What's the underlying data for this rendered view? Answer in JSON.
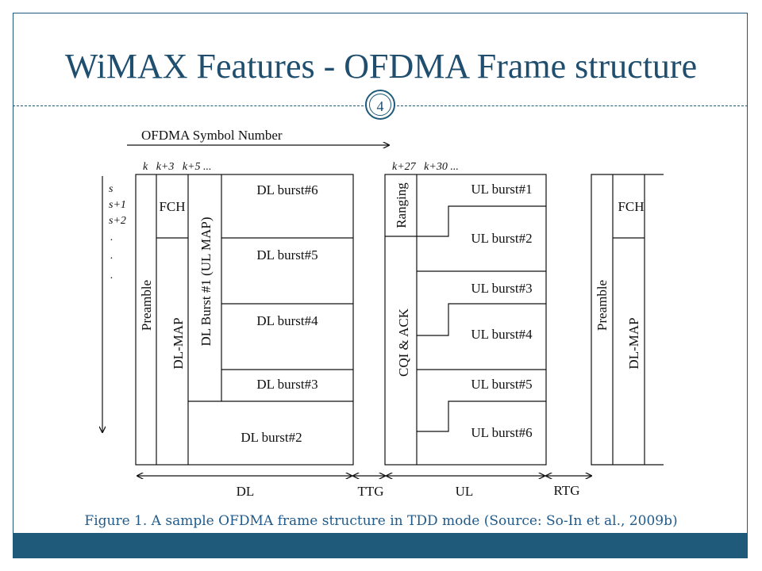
{
  "title": "WiMAX Features - OFDMA Frame structure",
  "page_number": "4",
  "caption": "Figure 1. A sample OFDMA frame structure in TDD mode (Source: So-In et al., 2009b)",
  "diagram": {
    "symbol_axis_label": "OFDMA Symbol Number",
    "symbol_ticks_dl": "k   k+3   k+5 ...",
    "symbol_ticks_ul": "k+27   k+30 ...",
    "subchannel_ticks": [
      "s",
      "s+1",
      "s+2",
      ".",
      ".",
      "."
    ],
    "dl": {
      "preamble": "Preamble",
      "fch": "FCH",
      "dl_map": "DL-MAP",
      "ul_map_burst": "DL Burst #1 (UL MAP)",
      "bursts": [
        "DL burst#6",
        "DL burst#5",
        "DL burst#4",
        "DL burst#3",
        "DL burst#2"
      ]
    },
    "ul": {
      "ranging": "Ranging",
      "cqi_ack": "CQI & ACK",
      "bursts": [
        "UL burst#1",
        "UL burst#2",
        "UL burst#3",
        "UL burst#4",
        "UL burst#5",
        "UL burst#6"
      ]
    },
    "next_frame": {
      "preamble": "Preamble",
      "fch": "FCH",
      "dl_map": "DL-MAP"
    },
    "spans": {
      "dl": "DL",
      "ttg": "TTG",
      "ul": "UL",
      "rtg": "RTG"
    }
  },
  "colors": {
    "accent": "#1f5a7a",
    "title": "#1f4e6e",
    "caption": "#1f5a8a"
  }
}
